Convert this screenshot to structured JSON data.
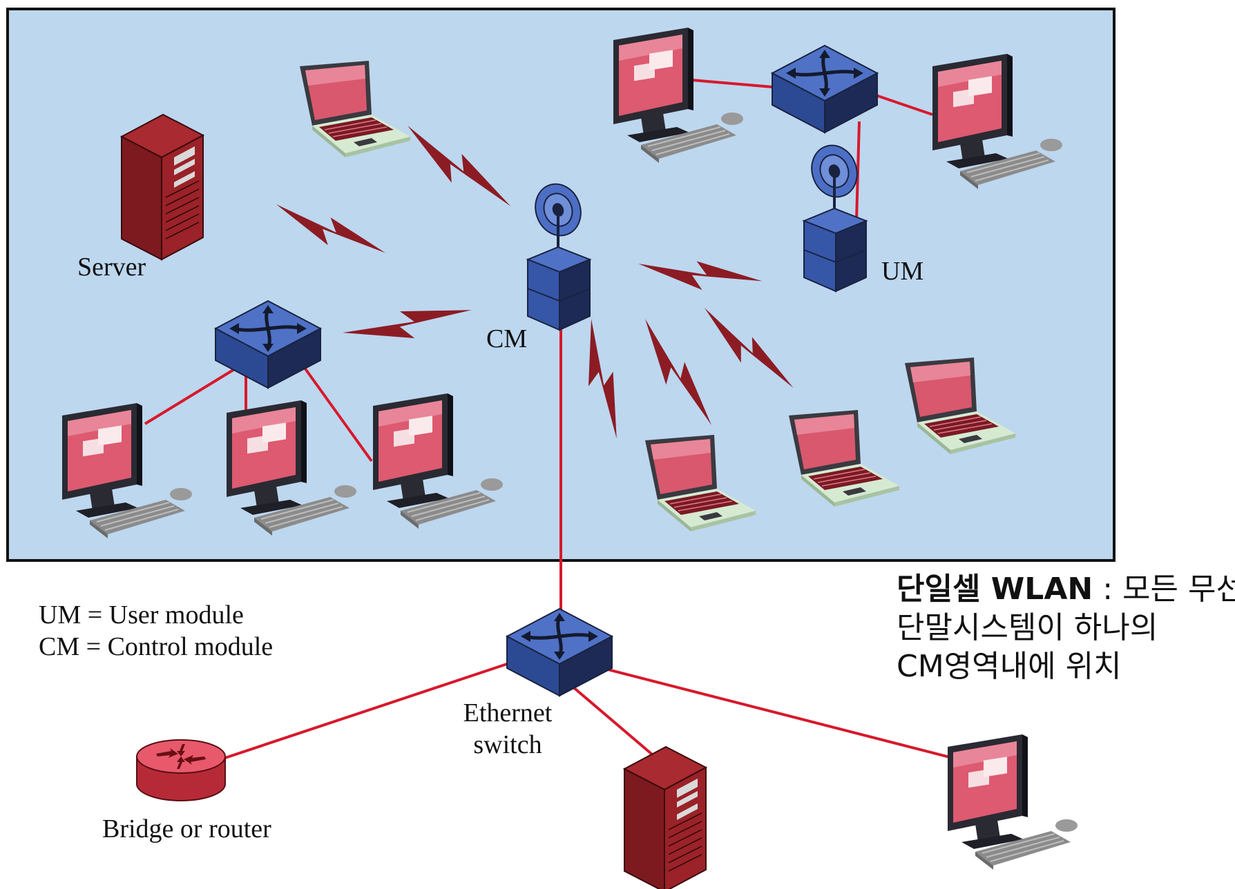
{
  "labels": {
    "server": "Server",
    "cm": "CM",
    "um": "UM",
    "ethernet_switch_line1": "Ethernet",
    "ethernet_switch_line2": "switch",
    "bridge_router": "Bridge or router"
  },
  "legend": {
    "um": "UM = User module",
    "cm": "CM = Control module"
  },
  "note": {
    "bold": "단일셀 WLAN",
    "rest": " : 모든 무선",
    "line2": "단말시스템이 하나의",
    "line3": "CM영역내에 위치"
  },
  "colors": {
    "cell_background": "#bdd7ef",
    "wired_link": "#d7192b",
    "wireless_bolt": "#8c1c24",
    "device_blue": "#3d5fb3",
    "device_red": "#8d1c22",
    "screen_pink": "#e05b72"
  }
}
